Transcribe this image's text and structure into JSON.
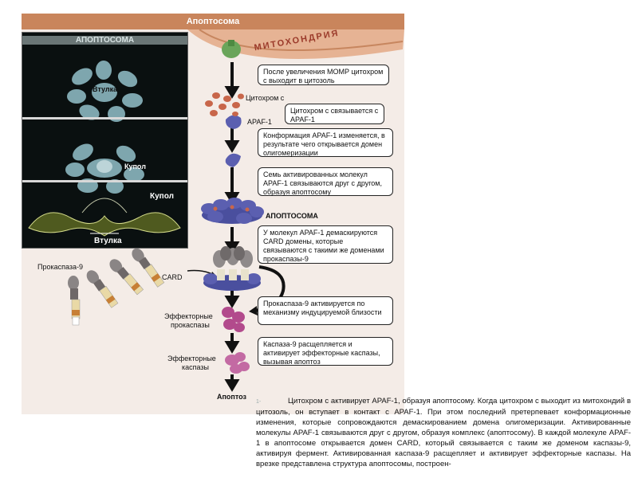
{
  "header": {
    "title": "Апоптосома"
  },
  "inset": {
    "title": "АПОПТОСОМА",
    "label_hub_1": "Втулка",
    "label_dome": "Купол",
    "label_dome_2": "Купол",
    "label_hub_2": "Втулка"
  },
  "mito_label": "МИТОХОНДРИЯ",
  "steps": {
    "step1": "После увеличения МОМР цитохром c выходит в цитозоль",
    "cytc_label": "Цитохром c",
    "step2": "Цитохром c связывается с APAF-1",
    "apaf_label": "APAF-1",
    "step3": "Конформация APAF-1 изменяется, в результате чего открывается домен олигомеризации",
    "step4": "Семь активированных молекул APAF-1 связываются друг с другом, образуя апоптосому",
    "apoptosome_label": "АПОПТОСОМА",
    "step5": "У молекул APAF-1 демаскируются CARD домены, которые связываются с такими же доменами прокаспазы-9",
    "procasp_label": "Прокаспаза-9",
    "card_label": "CARD",
    "step6": "Прокаспаза-9 активируется по механизму индуцируемой близости",
    "effector_pro_label_1": "Эффекторные",
    "effector_pro_label_2": "прокаспазы",
    "step7": "Каспаза-9 расщепляется и активирует эффекторные каспазы, вызывая апоптоз",
    "effector_label_1": "Эффекторные",
    "effector_label_2": "каспазы",
    "apoptosis_label": "Апоптоз"
  },
  "caption": {
    "figure_number": "1-",
    "text": "Цитохром c активирует APAF-1, образуя апоптосому. Когда цитохром c выходит из митохондий в цитозоль, он вступает в контакт с APAF-1. При этом последний претерпевает конформационные изменения, которые сопровождаются демаскированием домена олигомеризации. Активированные молекулы APAF-1 связываются друг с другом, образуя комплекс (апоптосому). В каждой молекуле APAF-1 в апоптосоме открывается домен CARD, который связывается с таким же доменом каспазы-9, активируя фермент. Активированная каспаза-9 расщепляет и активирует эффекторные каспазы. На врезке представлена структура апоптосомы, построен-"
  },
  "colors": {
    "header": "#c9855c",
    "panel": "#f4ece7",
    "apaf": "#5b5fb0",
    "cytc": "#c8664a",
    "effector": "#b24a8c",
    "mito": "#e8b89a"
  }
}
